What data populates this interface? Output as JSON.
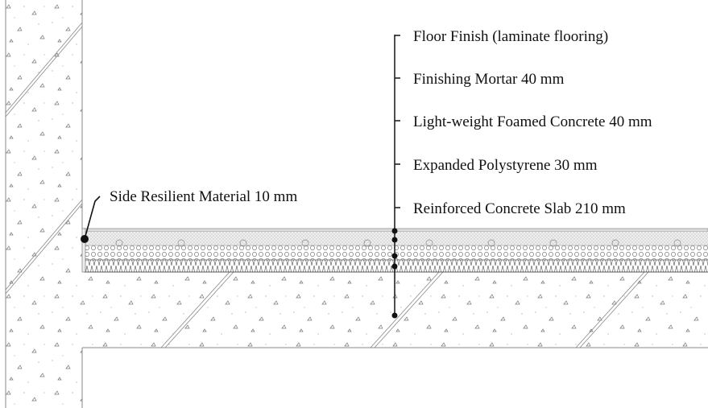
{
  "labels": {
    "floor_finish": "Floor Finish (laminate flooring)",
    "finishing_mortar": "Finishing Mortar 40 mm",
    "foamed_concrete": "Light-weight Foamed Concrete 40 mm",
    "polystyrene": "Expanded Polystyrene 30 mm",
    "slab": "Reinforced Concrete Slab 210 mm",
    "side_resilient": "Side Resilient Material 10 mm"
  },
  "colors": {
    "line": "#222222",
    "hatch": "#888888",
    "background": "#ffffff"
  }
}
